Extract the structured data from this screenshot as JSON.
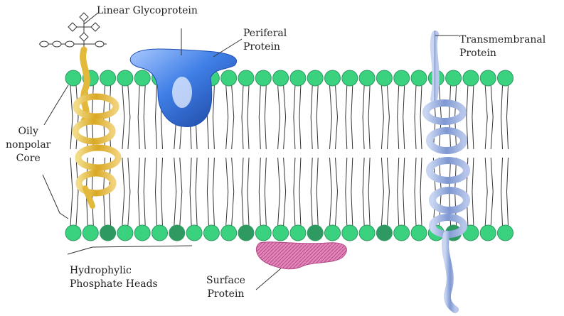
{
  "labels": {
    "glycoprotein": "Linear Glycoprotein",
    "periferal_line1": "Periferal",
    "periferal_line2": "Protein",
    "transmembrane_line1": "Transmembranal",
    "transmembrane_line2": "Protein",
    "core_line1": "Oily",
    "core_line2": "nonpolar",
    "core_line3": "Core",
    "heads_line1": "Hydrophylic",
    "heads_line2": "Phosphate Heads",
    "surface_line1": "Surface",
    "surface_line2": "Protein"
  },
  "colors": {
    "phosphate_head": "#3ad17f",
    "phosphate_head_dark": "#2e9a62",
    "tail_stroke": "#333333",
    "glycoprotein": "#e2b93b",
    "periferal_protein": "#2f6fd8",
    "transmembrane_protein": "#8fa6d9",
    "surface_protein": "#d966a8"
  }
}
